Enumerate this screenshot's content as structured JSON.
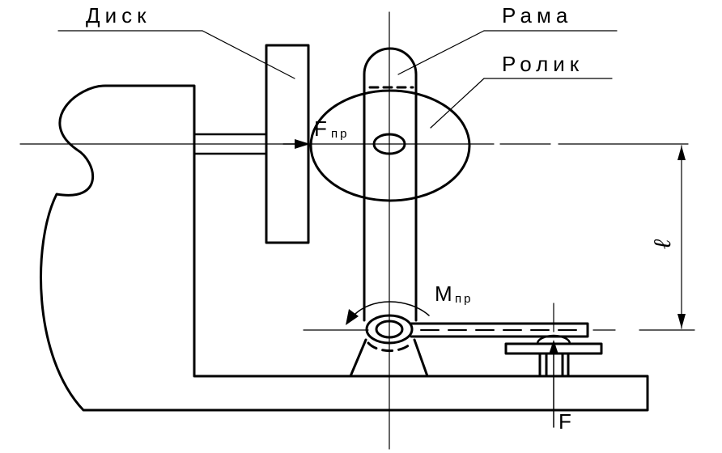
{
  "labels": {
    "disk": "Диск",
    "frame": "Рама",
    "roller": "Ролик",
    "force_main": "F",
    "force_sub": "пр",
    "moment_main": "M",
    "moment_sub": "пр",
    "force_bottom": "F",
    "length": "ℓ"
  },
  "colors": {
    "ink": "#000000",
    "background": "#ffffff"
  }
}
